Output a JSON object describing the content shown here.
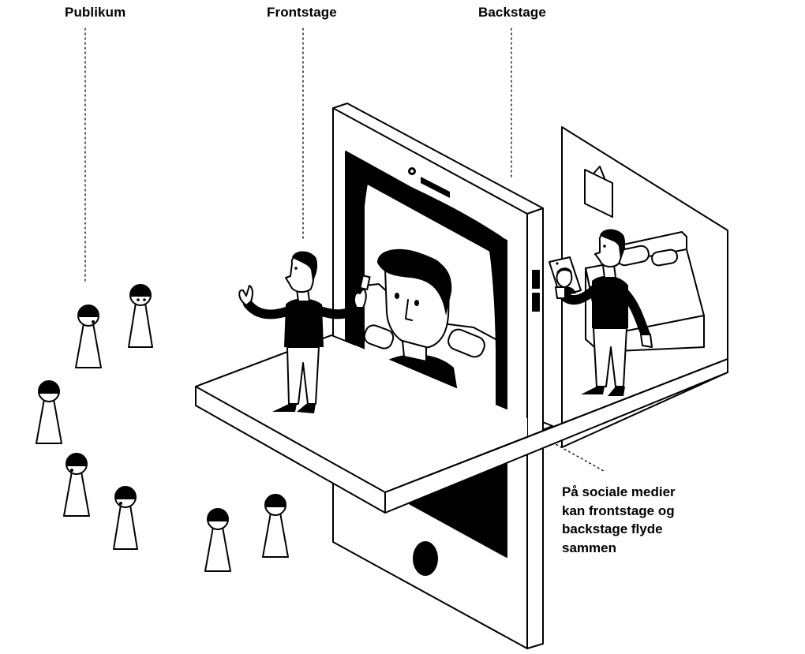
{
  "labels": {
    "publikum": "Publikum",
    "frontstage": "Frontstage",
    "backstage": "Backstage"
  },
  "caption": {
    "lines": [
      "På sociale medier",
      "kan frontstage og",
      "backstage flyde",
      "sammen"
    ]
  },
  "colors": {
    "ink": "#000000",
    "paper": "#ffffff"
  }
}
